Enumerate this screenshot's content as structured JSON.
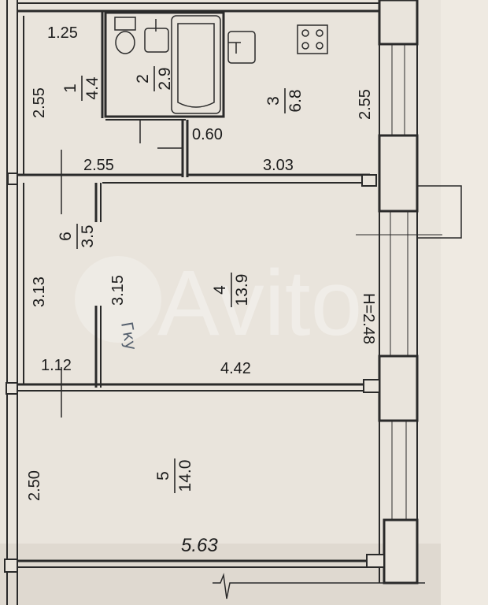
{
  "title": "",
  "rooms": [
    {
      "number": "1",
      "area": "4.4"
    },
    {
      "number": "2",
      "area": "2.9"
    },
    {
      "number": "3",
      "area": "6.8"
    },
    {
      "number": "4",
      "area": "13.9"
    },
    {
      "number": "5",
      "area": "14.0"
    },
    {
      "number": "6",
      "area": "3.5"
    }
  ],
  "dimensions": {
    "top_left": "1.25",
    "room1_height": "2.55",
    "kitchen_height": "2.55",
    "door_gap": "0.60",
    "hall_width_top": "2.55",
    "kitchen_width": "3.03",
    "room6_height": "3.13",
    "room4_left_height": "3.15",
    "room6_width": "1.12",
    "room4_width": "4.42",
    "room5_height": "2.50",
    "room5_width": "5.63"
  },
  "ceiling_height": "H=2.48",
  "handwritten_note": "Гку",
  "watermark": "Avito",
  "colors": {
    "paper": "#e9e4dc",
    "ink": "#1c1c1c",
    "wall": "#2a2a2a",
    "pencil": "#55606e"
  },
  "icons": [
    "toilet-icon",
    "sink-icon",
    "bathtub-icon",
    "kitchen-sink-icon",
    "stove-icon"
  ]
}
